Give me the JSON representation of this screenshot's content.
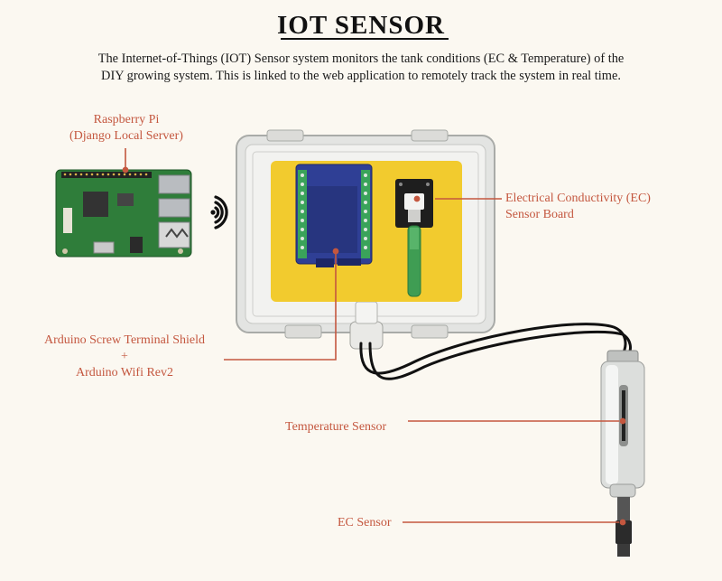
{
  "header": {
    "title": "IOT SENSOR",
    "description_line1": "The Internet-of-Things (IOT) Sensor system monitors the tank conditions (EC & Temperature) of the",
    "description_line2": "DIY growing system. This is linked to the web application to remotely track the system in real time."
  },
  "labels": {
    "raspberry_pi_line1": "Raspberry Pi",
    "raspberry_pi_line2": "(Django Local Server)",
    "ec_board_line1": "Electrical Conductivity (EC)",
    "ec_board_line2": "Sensor Board",
    "arduino_line1": "Arduino Screw Terminal Shield",
    "arduino_plus": "+",
    "arduino_line2": "Arduino Wifi Rev2",
    "temperature_sensor": "Temperature Sensor",
    "ec_sensor": "EC Sensor"
  },
  "colors": {
    "accent": "#c4573f",
    "background": "#fbf8f1",
    "board_yellow": "#f2cb2e",
    "shield_blue": "#2f3f95",
    "pcb_green": "#2f7d3a"
  }
}
